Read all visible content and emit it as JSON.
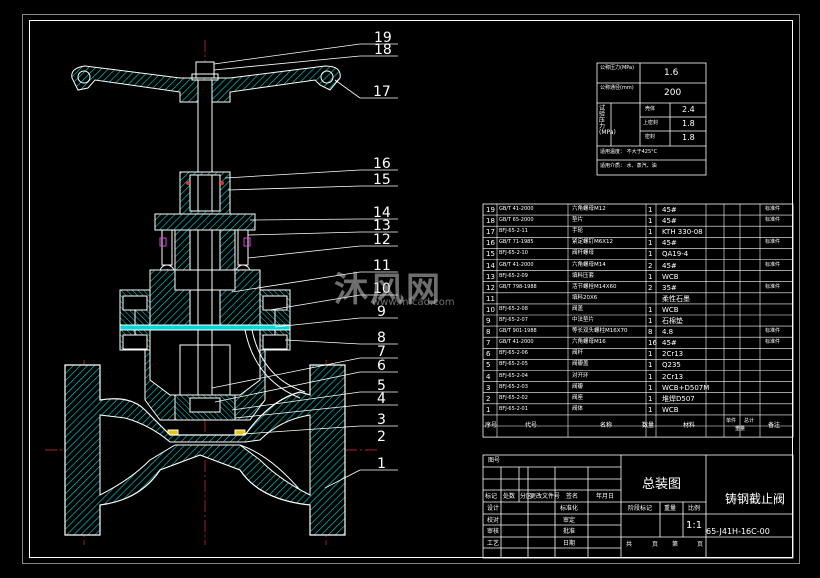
{
  "specs": {
    "pressure_label": "公称压力(MPa)",
    "pressure_value": "1.6",
    "diameter_label": "公称通径(mm)",
    "diameter_value": "200",
    "test_label": "试验压力(MPa)",
    "shell_label": "壳体",
    "shell_value": "2.4",
    "upper_seal_label": "上密封",
    "upper_seal_value": "1.8",
    "seal_label": "密封",
    "seal_value": "1.8",
    "temp_text": "适用温度： 不大于425°C",
    "medium_text": "适用介质： 水、蒸汽、油"
  },
  "balloons": [
    "19",
    "18",
    "17",
    "16",
    "15",
    "14",
    "13",
    "12",
    "11",
    "10",
    "9",
    "8",
    "7",
    "6",
    "5",
    "4",
    "3",
    "2",
    "1"
  ],
  "bom": [
    {
      "no": "19",
      "code": "GB/T 41-2000",
      "name": "六角螺母M12",
      "qty": "1",
      "mat": "45#",
      "note": "标准件"
    },
    {
      "no": "18",
      "code": "GB/T 65-2000",
      "name": "垫片",
      "qty": "1",
      "mat": "45#",
      "note": "标准件"
    },
    {
      "no": "17",
      "code": "BFJ-65-2-11",
      "name": "手轮",
      "qty": "1",
      "mat": "KTH 330-08",
      "note": ""
    },
    {
      "no": "16",
      "code": "GB/T 71-1985",
      "name": "紧定螺钉M6X12",
      "qty": "1",
      "mat": "45#",
      "note": "标准件"
    },
    {
      "no": "15",
      "code": "BFJ-65-2-10",
      "name": "阀杆螺母",
      "qty": "1",
      "mat": "QA19-4",
      "note": ""
    },
    {
      "no": "14",
      "code": "GB/T 41-2000",
      "name": "六角螺母M14",
      "qty": "2",
      "mat": "45#",
      "note": "标准件"
    },
    {
      "no": "13",
      "code": "BFJ-65-2-09",
      "name": "填料压套",
      "qty": "1",
      "mat": "WCB",
      "note": ""
    },
    {
      "no": "12",
      "code": "GB/T 798-1988",
      "name": "活节螺栓M14X60",
      "qty": "2",
      "mat": "35#",
      "note": "标准件"
    },
    {
      "no": "11",
      "code": "",
      "name": "填料20X6",
      "qty": "",
      "mat": "柔性石墨",
      "note": ""
    },
    {
      "no": "10",
      "code": "BFJ-65-2-08",
      "name": "阀盖",
      "qty": "1",
      "mat": "WCB",
      "note": ""
    },
    {
      "no": "9",
      "code": "BFJ-65-2-07",
      "name": "中法垫片",
      "qty": "1",
      "mat": "石棉垫",
      "note": ""
    },
    {
      "no": "8",
      "code": "GB/T 901-1988",
      "name": "等长双头螺柱M16X70",
      "qty": "8",
      "mat": "4.8",
      "note": "标准件"
    },
    {
      "no": "7",
      "code": "GB/T 41-2000",
      "name": "六角螺母M16",
      "qty": "16",
      "mat": "45#",
      "note": "标准件"
    },
    {
      "no": "6",
      "code": "BFJ-65-2-06",
      "name": "阀杆",
      "qty": "1",
      "mat": "2Cr13",
      "note": ""
    },
    {
      "no": "5",
      "code": "BFJ-65-2-05",
      "name": "阀瓣盖",
      "qty": "1",
      "mat": "Q235",
      "note": ""
    },
    {
      "no": "4",
      "code": "BFJ-65-2-04",
      "name": "对开环",
      "qty": "1",
      "mat": "2Cr13",
      "note": ""
    },
    {
      "no": "3",
      "code": "BFJ-65-2-03",
      "name": "阀瓣",
      "qty": "1",
      "mat": "WCB+D507M",
      "note": ""
    },
    {
      "no": "2",
      "code": "BFJ-65-2-02",
      "name": "阀座",
      "qty": "1",
      "mat": "堆焊D507",
      "note": ""
    },
    {
      "no": "1",
      "code": "BFJ-65-2-01",
      "name": "阀体",
      "qty": "1",
      "mat": "WCB",
      "note": ""
    }
  ],
  "bom_header": {
    "no": "序号",
    "code": "代号",
    "name": "名称",
    "qty": "数量",
    "mat": "材料",
    "single": "单件",
    "total": "总计",
    "weight": "重量",
    "note": "备注"
  },
  "title_block": {
    "assembly": "总装图",
    "part_name": "铸钢截止阀",
    "drawing_no": "65-J41H-16C-00",
    "scale": "1:1",
    "label_a": "标记",
    "label_b": "处数",
    "label_c": "分区",
    "label_d": "更改文件号",
    "label_e": "签名",
    "label_f": "年月日",
    "design": "设计",
    "check": "校对",
    "review": "审核",
    "process": "工艺",
    "standard": "标准化",
    "approve": "审定",
    "ratify": "批准",
    "date": "日期",
    "stage": "阶段标记",
    "weight": "重量",
    "ratio": "比例",
    "total": "共",
    "page": "页",
    "sheet": "第",
    "seq": "图号"
  },
  "watermark": {
    "main": "沐风网",
    "url": "www.mfcad.com"
  }
}
